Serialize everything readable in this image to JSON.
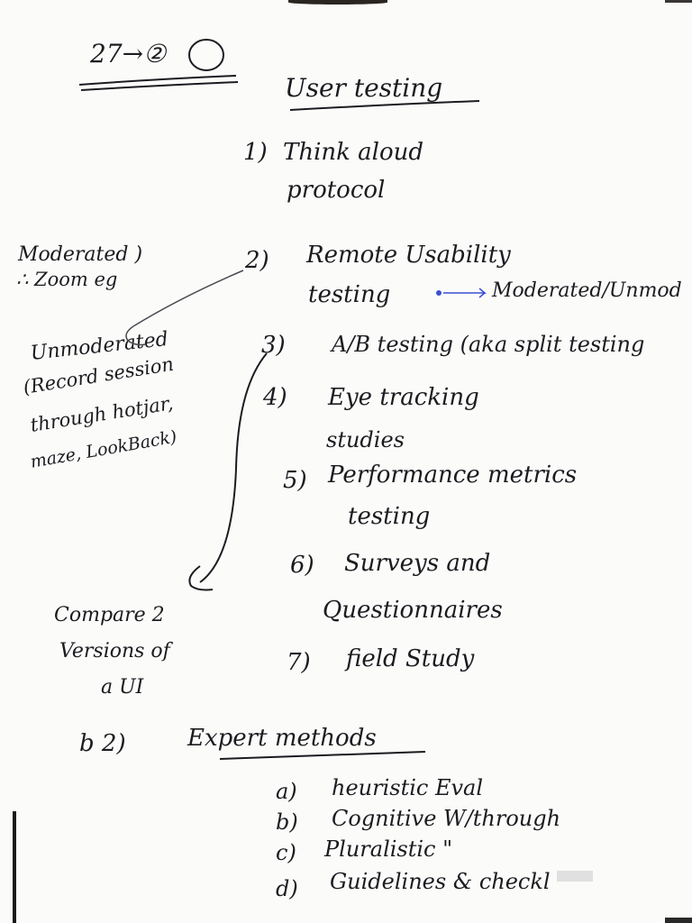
{
  "header": {
    "lecture_ref": "27→②"
  },
  "title": "User testing",
  "methods": [
    {
      "num": "1)",
      "label": "Think aloud",
      "cont": "protocol"
    },
    {
      "num": "2)",
      "label": "Remote Usability",
      "cont": "testing",
      "arrow_to": "Moderated/Unmod"
    },
    {
      "num": "3)",
      "label": "A/B testing (aka split testing"
    },
    {
      "num": "4)",
      "label": "Eye tracking",
      "cont": "studies"
    },
    {
      "num": "5)",
      "label": "Performance metrics",
      "cont": "testing"
    },
    {
      "num": "6)",
      "label": "Surveys   and",
      "cont": "Questionnaires"
    },
    {
      "num": "7)",
      "label": "field Study"
    }
  ],
  "side_notes": {
    "moderated": [
      "Moderated )",
      "∴ Zoom eg"
    ],
    "unmoderated": [
      "Unmoderated",
      "(Record session",
      "through hotjar,",
      "maze, LookBack)"
    ],
    "compare": [
      "Compare 2",
      "Versions of",
      "a UI"
    ]
  },
  "section_b": {
    "num": "b 2)",
    "title": "Expert methods",
    "items": [
      {
        "num": "a)",
        "label": "heuristic   Eval"
      },
      {
        "num": "b)",
        "label": "Cognitive W/through"
      },
      {
        "num": "c)",
        "label": "Pluralistic   \""
      },
      {
        "num": "d)",
        "label": "Guidelines & checkl"
      }
    ]
  },
  "colors": {
    "ink": "#1c1b20",
    "blue_dot": "#3b4fd1"
  }
}
